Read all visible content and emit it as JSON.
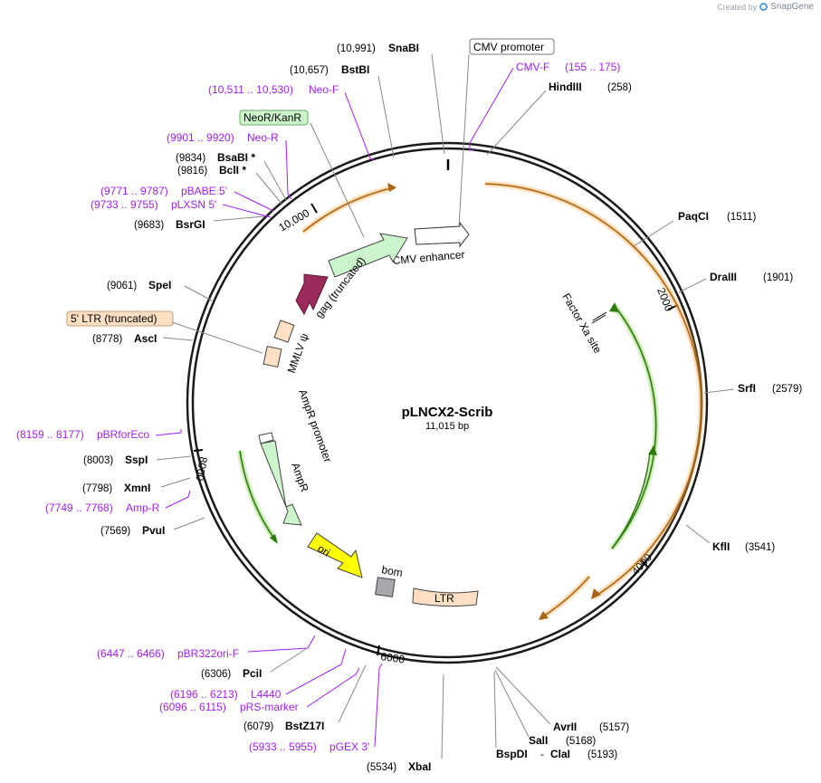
{
  "watermark": {
    "prefix": "Created by",
    "brand": "SnapGene"
  },
  "plasmid": {
    "name": "pLNCX2-Scrib",
    "size_label": "11,015 bp",
    "ticks": [
      "2000",
      "4000",
      "6000",
      "8000",
      "10,000"
    ]
  },
  "enzymes": {
    "snabi": {
      "name": "SnaBI",
      "pos": "(10,991)"
    },
    "bstbi": {
      "name": "BstBI",
      "pos": "(10,657)"
    },
    "hindiii": {
      "name": "HindIII",
      "pos": "(258)"
    },
    "bsabi": {
      "name": "BsaBI *",
      "pos": "(9834)"
    },
    "bcli": {
      "name": "BclI *",
      "pos": "(9816)"
    },
    "bsrgi": {
      "name": "BsrGI",
      "pos": "(9683)"
    },
    "paqci": {
      "name": "PaqCI",
      "pos": "(1511)"
    },
    "draiii": {
      "name": "DraIII",
      "pos": "(1901)"
    },
    "spei": {
      "name": "SpeI",
      "pos": "(9061)"
    },
    "asci": {
      "name": "AscI",
      "pos": "(8778)"
    },
    "srfi": {
      "name": "SrfI",
      "pos": "(2579)"
    },
    "sspi": {
      "name": "SspI",
      "pos": "(8003)"
    },
    "xmni": {
      "name": "XmnI",
      "pos": "(7798)"
    },
    "pvui": {
      "name": "PvuI",
      "pos": "(7569)"
    },
    "kfli": {
      "name": "KflI",
      "pos": "(3541)"
    },
    "pcii": {
      "name": "PciI",
      "pos": "(6306)"
    },
    "bstz17i": {
      "name": "BstZ17I",
      "pos": "(6079)"
    },
    "avrii": {
      "name": "AvrII",
      "pos": "(5157)"
    },
    "sali": {
      "name": "SalI",
      "pos": "(5168)"
    },
    "bspdi": {
      "name": "BspDI",
      "sep": "-",
      "name2": "ClaI",
      "pos": "(5193)"
    },
    "xbai": {
      "name": "XbaI",
      "pos": "(5534)"
    }
  },
  "primers": {
    "cmvf": {
      "range": "(155 .. 175)",
      "name": "CMV-F"
    },
    "neof": {
      "range": "(10,511 .. 10,530)",
      "name": "Neo-F"
    },
    "neor": {
      "range": "(9901 .. 9920)",
      "name": "Neo-R"
    },
    "pbabe5": {
      "range": "(9771 .. 9787)",
      "name": "pBABE 5'"
    },
    "plxsn5": {
      "range": "(9733 .. 9755)",
      "name": "pLXSN 5'"
    },
    "pbrforeco": {
      "range": "(8159 .. 8177)",
      "name": "pBRforEco"
    },
    "ampr": {
      "range": "(7749 .. 7768)",
      "name": "Amp-R"
    },
    "pbr322ori": {
      "range": "(6447 .. 6466)",
      "name": "pBR322ori-F"
    },
    "l4440": {
      "range": "(6196 .. 6213)",
      "name": "L4440"
    },
    "prsmarker": {
      "range": "(6096 .. 6115)",
      "name": "pRS-marker"
    },
    "pgex3": {
      "range": "(5933 .. 5955)",
      "name": "pGEX 3'"
    }
  },
  "boxed_labels": {
    "cmv_promoter": "CMV promoter",
    "neor_kanr": "NeoR/KanR",
    "ltr5_truncated": "5' LTR (truncated)"
  },
  "features": {
    "cmv_enhancer": "CMV enhancer",
    "gag_truncated": "gag (truncated)",
    "mmlv_psi": "MMLV ψ",
    "factor_xa": "Factor Xa site",
    "ampr_promoter": "AmpR promoter",
    "ampr": "AmpR",
    "ori": "ori",
    "bom": "bom",
    "ltr": "LTR"
  },
  "colors": {
    "backbone": "#1a1a1a",
    "enzyme_lead": "#888888",
    "primer": "#a020f0",
    "orange_orf": "#f4a13a",
    "green_orf": "#6abf2e",
    "cmv_box": "#ffffff",
    "neor_box": "#ccf5cc",
    "ltr_box": "#fde0c4",
    "gag": "#9b2c5a",
    "ori": "#ffff00",
    "bom": "#a6a8ab",
    "ampr_arrow": "#ccf5cc",
    "mmlv_psi": "#fde0c4"
  }
}
